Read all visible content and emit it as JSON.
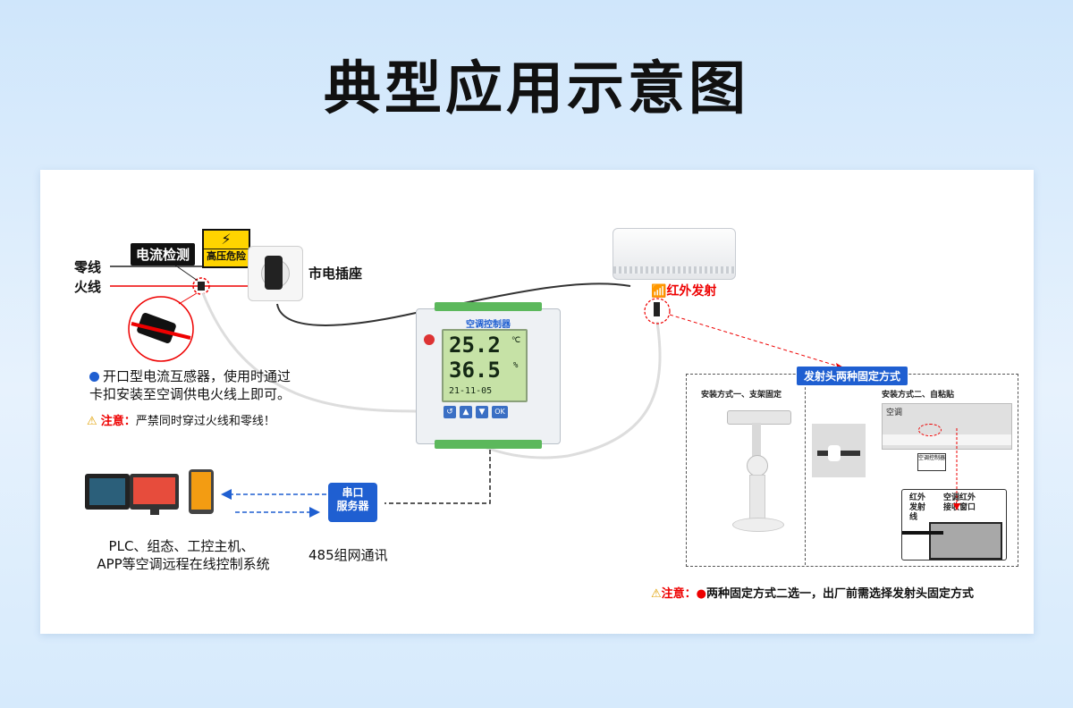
{
  "title": "典型应用示意图",
  "wires": {
    "neutral_label": "零线",
    "live_label": "火线",
    "current_detect_tag": "电流检测",
    "high_voltage_warning": "高压危险"
  },
  "socket": {
    "label": "市电插座"
  },
  "sensor_note": {
    "line1": "开口型电流互感器，使用时通过",
    "line2": "卡扣安装至空调供电火线上即可。",
    "warning_prefix": "注意：",
    "warning_text": "严禁同时穿过火线和零线！"
  },
  "controller": {
    "name": "空调控制器",
    "temp": "25.2",
    "temp_unit": "℃",
    "humidity": "36.5",
    "humidity_unit": "%",
    "date": "21-11-05",
    "ok_label": "OK"
  },
  "ac": {
    "ir_label": "红外发射"
  },
  "server": {
    "label_line1": "串口",
    "label_line2": "服务器",
    "network_label": "485组网通讯"
  },
  "clients": {
    "line1": "PLC、组态、工控主机、",
    "line2": "APP等空调远程在线控制系统"
  },
  "mount": {
    "title": "发射头两种固定方式",
    "method1": "安装方式一、支架固定",
    "method2": "安装方式二、自粘贴",
    "ac_small": "空调",
    "ctrl_small": "空调控制器",
    "ir_line_label": "红外发射线",
    "receiver_label": "空调红外接收窗口"
  },
  "bottom_note": {
    "prefix": "注意：",
    "text": "两种固定方式二选一，出厂前需选择发射头固定方式"
  }
}
